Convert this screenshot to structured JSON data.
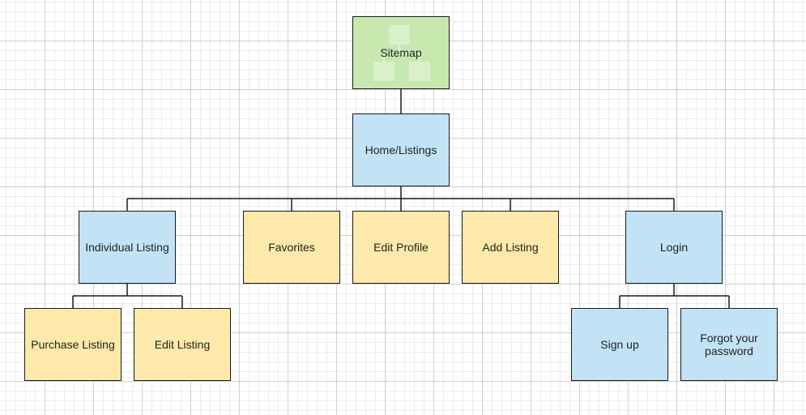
{
  "diagram": {
    "nodes": {
      "sitemap": "Sitemap",
      "home": "Home/Listings",
      "individual": "Individual Listing",
      "favorites": "Favorites",
      "edit_profile": "Edit Profile",
      "add_listing": "Add Listing",
      "login": "Login",
      "purchase": "Purchase Listing",
      "edit_listing": "Edit Listing",
      "signup": "Sign up",
      "forgot": "Forgot your password"
    },
    "icon": "sitemap-icon",
    "colors": {
      "root": "#c7e9b0",
      "page": "#c2e3f6",
      "feature": "#fde9a9",
      "connector": "#1a1a1a"
    },
    "edges": [
      [
        "sitemap",
        "home"
      ],
      [
        "home",
        "individual"
      ],
      [
        "home",
        "favorites"
      ],
      [
        "home",
        "edit_profile"
      ],
      [
        "home",
        "add_listing"
      ],
      [
        "home",
        "login"
      ],
      [
        "individual",
        "purchase"
      ],
      [
        "individual",
        "edit_listing"
      ],
      [
        "login",
        "signup"
      ],
      [
        "login",
        "forgot"
      ]
    ]
  }
}
